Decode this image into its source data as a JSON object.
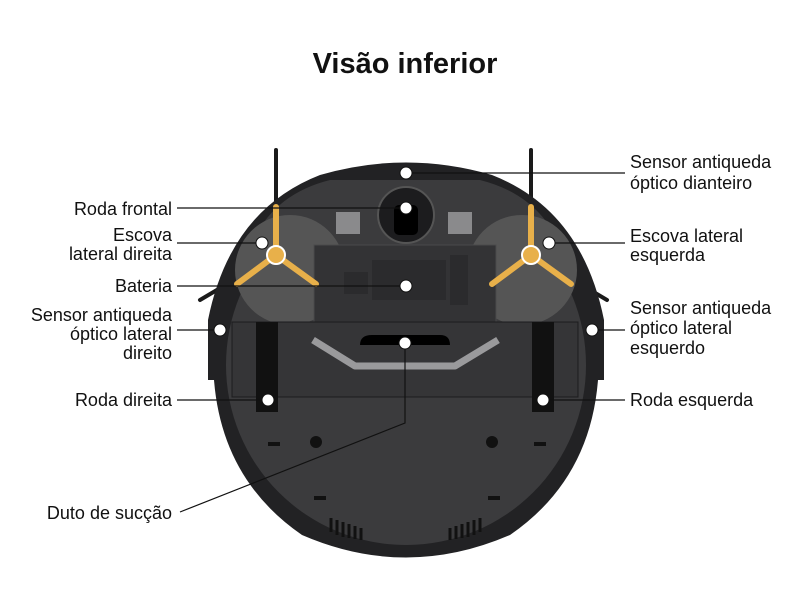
{
  "title": "Visão inferior",
  "labels": {
    "front_wheel": "Roda frontal",
    "right_brush": [
      "Escova",
      "lateral direita"
    ],
    "battery": "Bateria",
    "right_side_sensor": [
      "Sensor antiqueda",
      "óptico lateral",
      "direito"
    ],
    "right_wheel": "Roda direita",
    "suction_duct": "Duto de sucção",
    "front_sensor": [
      "Sensor antiqueda",
      "óptico dianteiro"
    ],
    "left_brush": [
      "Escova lateral",
      "esquerda"
    ],
    "left_side_sensor": [
      "Sensor antiqueda",
      "óptico lateral",
      "esquerdo"
    ],
    "left_wheel": "Roda esquerda"
  },
  "colors": {
    "body": "#3a3a3c",
    "rim": "#222224",
    "brush": "#e8b04a"
  }
}
